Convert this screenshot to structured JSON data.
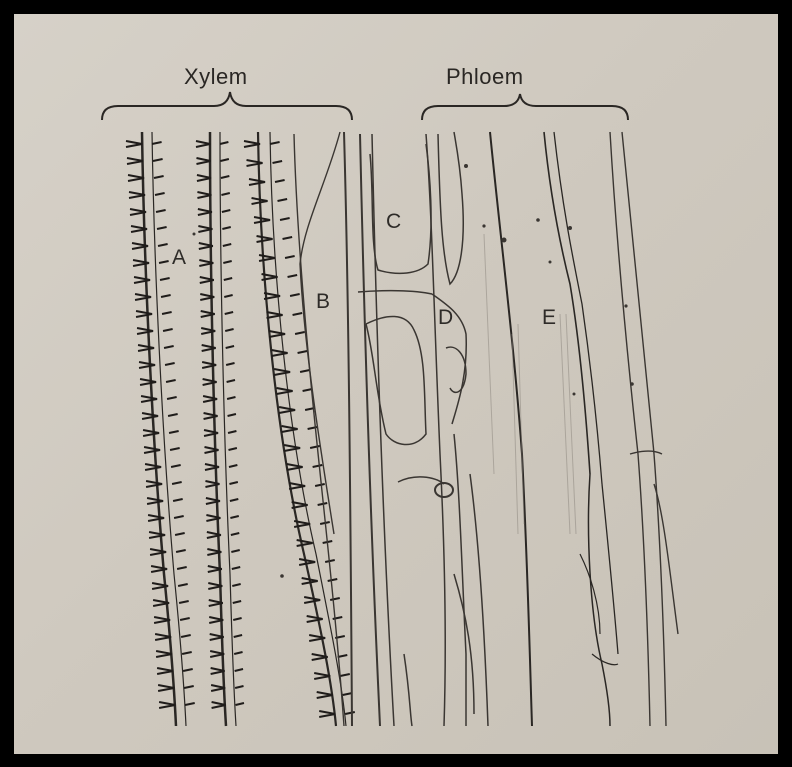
{
  "diagram": {
    "headings": {
      "xylem": "Xylem",
      "phloem": "Phloem"
    },
    "cell_labels": {
      "a": "A",
      "b": "B",
      "c": "C",
      "d": "D",
      "e": "E"
    }
  },
  "colors": {
    "paper": "#d2cdc4",
    "ink": "#2a2724",
    "frame": "#000000"
  }
}
